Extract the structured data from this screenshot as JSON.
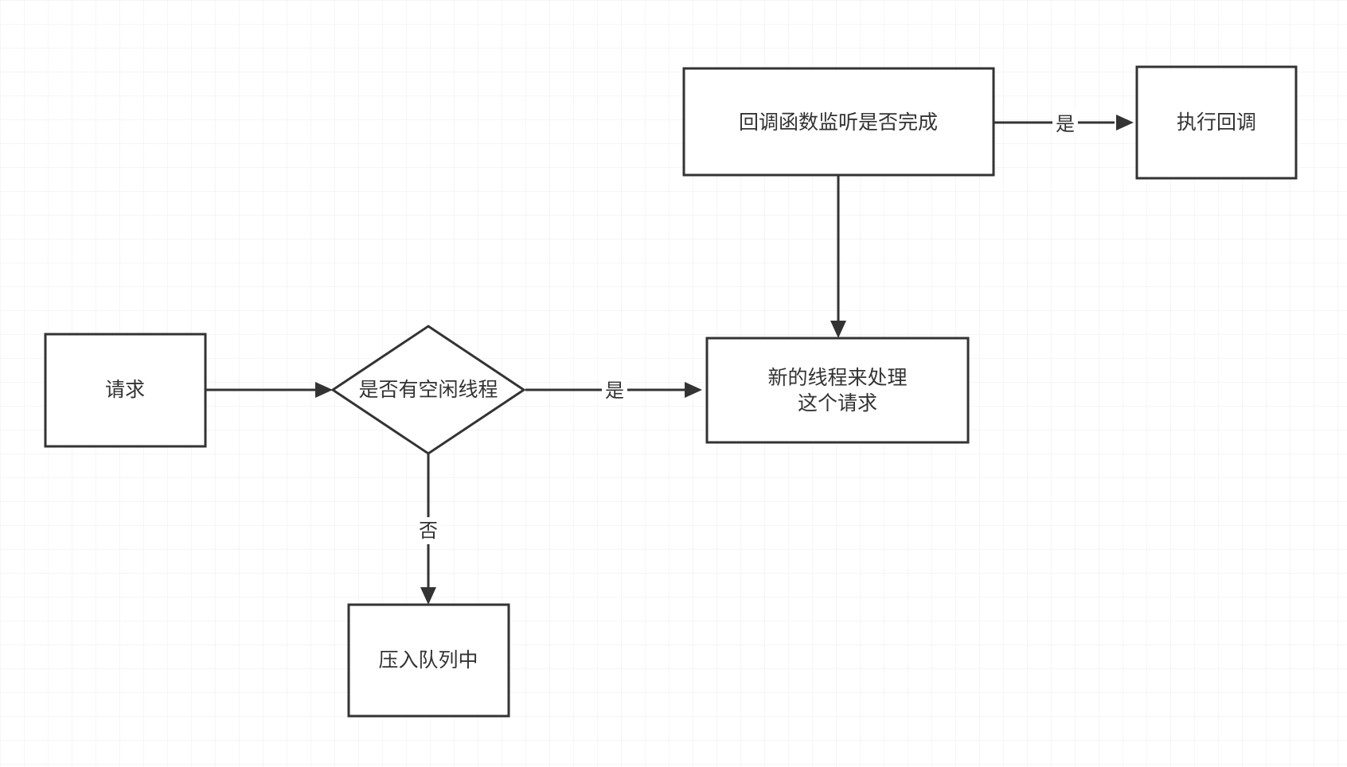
{
  "nodes": {
    "request": {
      "label": "请求"
    },
    "idle_thread_check": {
      "label": "是否有空闲线程"
    },
    "new_thread": {
      "label_line1": "新的线程来处理",
      "label_line2": "这个请求"
    },
    "push_queue": {
      "label": "压入队列中"
    },
    "callback_monitor": {
      "label": "回调函数监听是否完成"
    },
    "execute_callback": {
      "label": "执行回调"
    }
  },
  "edges": {
    "idle_yes": {
      "label": "是"
    },
    "idle_no": {
      "label": "否"
    },
    "callback_yes": {
      "label": "是"
    }
  },
  "colors": {
    "stroke": "#333333",
    "grid": "#e8e8e8",
    "background": "#ffffff"
  }
}
